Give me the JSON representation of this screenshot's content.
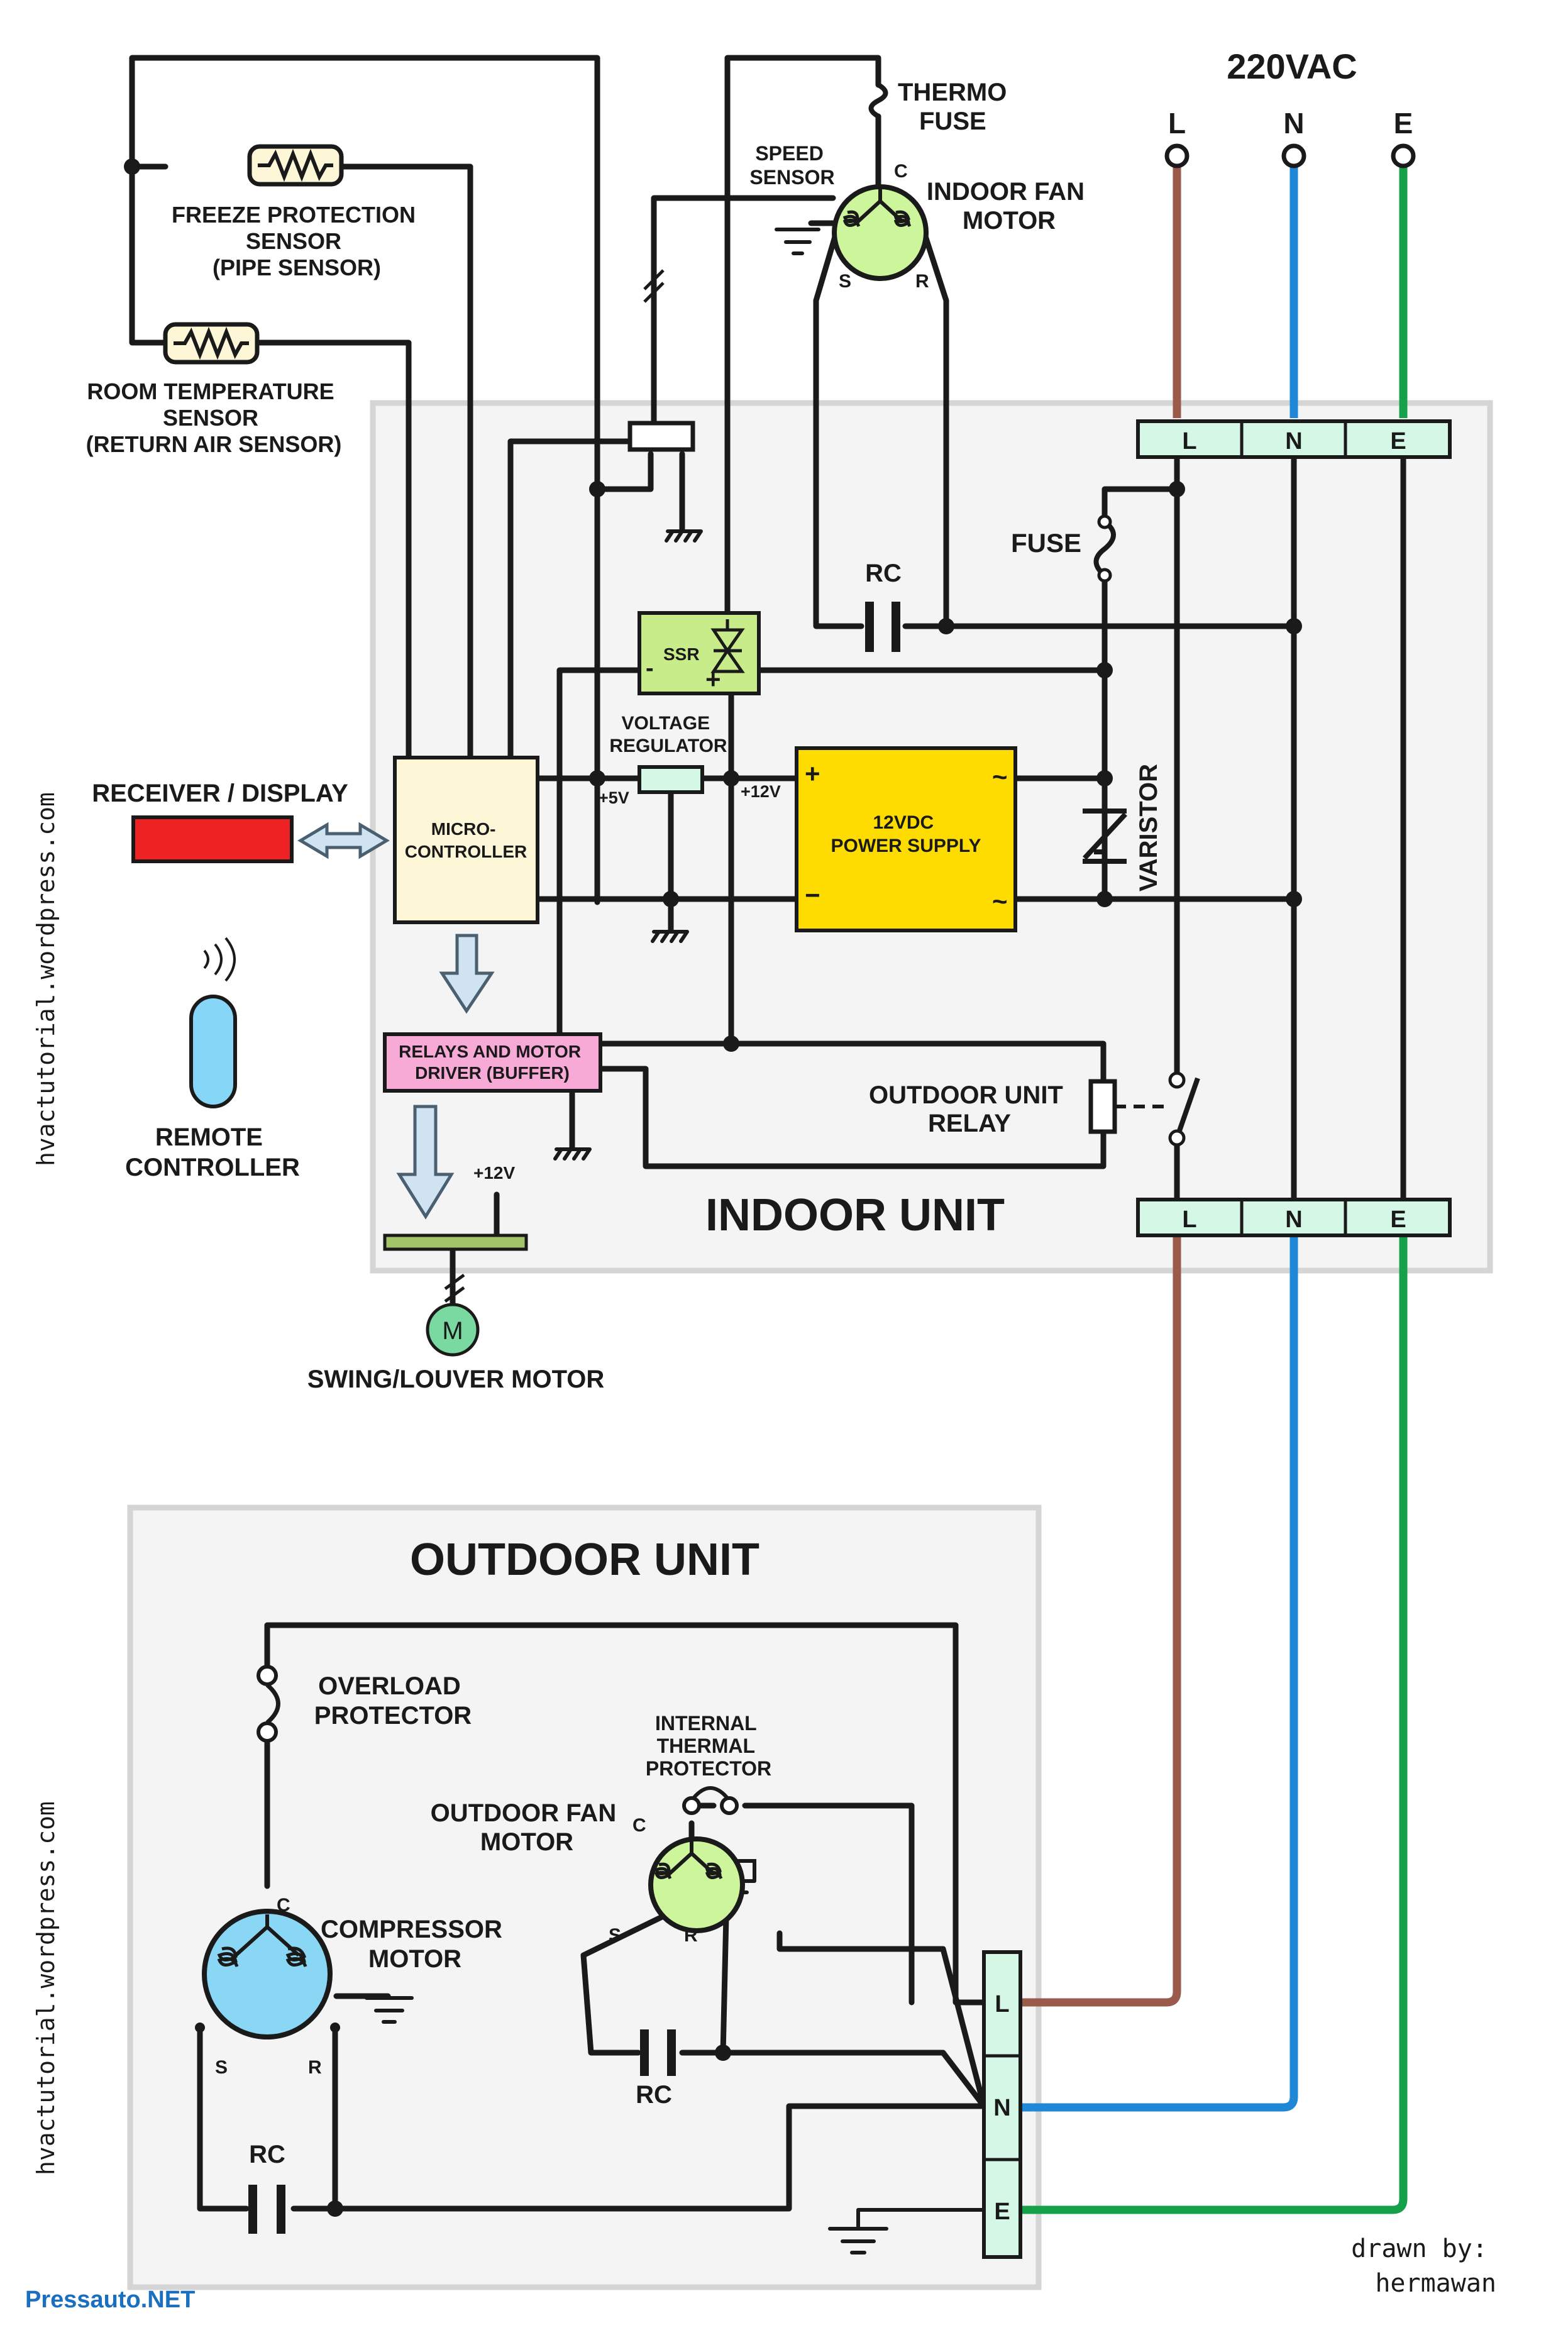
{
  "supply": {
    "title": "220VAC",
    "L": "L",
    "N": "N",
    "E": "E"
  },
  "sensors": {
    "thermo_fuse": [
      "THERMO",
      "FUSE"
    ],
    "speed_sensor": [
      "SPEED",
      "SENSOR"
    ],
    "indoor_fan_motor": [
      "INDOOR FAN",
      "MOTOR"
    ],
    "freeze_sensor": [
      "FREEZE PROTECTION",
      "SENSOR",
      "(PIPE SENSOR)"
    ],
    "room_sensor": [
      "ROOM TEMPERATURE",
      "SENSOR",
      "(RETURN AIR SENSOR)"
    ]
  },
  "indoor": {
    "title": "INDOOR UNIT",
    "terminals": [
      "L",
      "N",
      "E"
    ],
    "fuse": "FUSE",
    "rc": "RC",
    "ssr": "SSR",
    "ssr_plus": "+",
    "ssr_minus": "-",
    "voltage_regulator": [
      "VOLTAGE",
      "REGULATOR"
    ],
    "v5": "+5V",
    "v12": "+12V",
    "power_supply": [
      "12VDC",
      "POWER SUPPLY"
    ],
    "ps_plus": "+",
    "ps_minus": "−",
    "ps_ac": "~",
    "varistor": "VARISTOR",
    "receiver": "RECEIVER / DISPLAY",
    "micro": [
      "MICRO-",
      "CONTROLLER"
    ],
    "relays": [
      "RELAYS AND MOTOR",
      "DRIVER (BUFFER)"
    ],
    "outdoor_relay": [
      "OUTDOOR UNIT",
      "RELAY"
    ],
    "remote": [
      "REMOTE",
      "CONTROLLER"
    ],
    "swing_motor": "SWING/LOUVER MOTOR",
    "swing_12v": "+12V",
    "motor_m": "M"
  },
  "outdoor": {
    "title": "OUTDOOR UNIT",
    "overload": [
      "OVERLOAD",
      "PROTECTOR"
    ],
    "internal_thermal": [
      "INTERNAL",
      "THERMAL",
      "PROTECTOR"
    ],
    "fan_motor": [
      "OUTDOOR FAN",
      "MOTOR"
    ],
    "compressor": [
      "COMPRESSOR",
      "MOTOR"
    ],
    "rc_fan": "RC",
    "rc_comp": "RC",
    "terminals": [
      "L",
      "N",
      "E"
    ]
  },
  "motor_pins": {
    "c": "C",
    "s": "S",
    "r": "R"
  },
  "watermark": "hvactutorial.wordpress.com",
  "credit": [
    "drawn by:",
    "hermawan"
  ],
  "site": "Pressauto.NET",
  "colors": {
    "L": "#9a5a4c",
    "N": "#1e88d6",
    "E": "#17a04a",
    "ssr": "#c8ec8a",
    "psu": "#ffdc00",
    "relays": "#f7aad6",
    "receiver": "#ee2222",
    "remote": "#86d7f7",
    "terminal": "#d4f7e6",
    "motor_green": "#cdf59c",
    "motor_blue": "#8ad6f5",
    "swing_m": "#7ad9a0"
  }
}
